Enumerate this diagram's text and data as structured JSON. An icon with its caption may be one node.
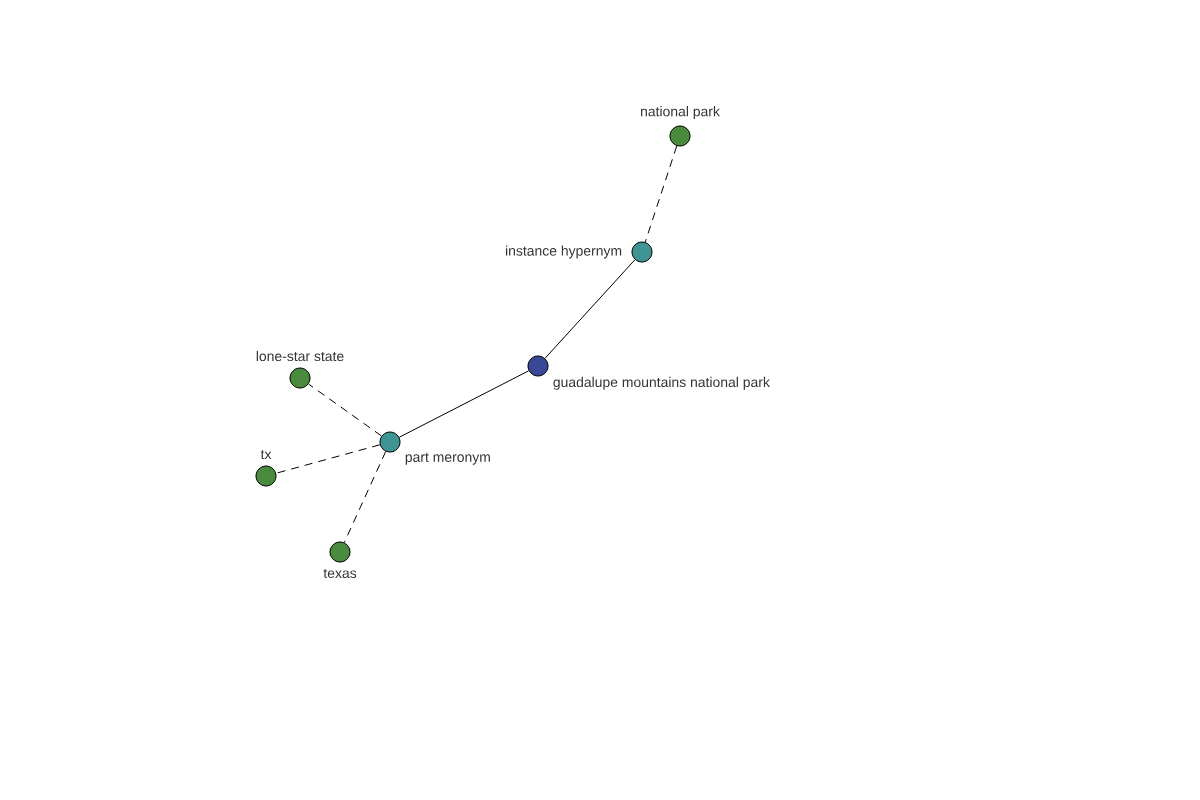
{
  "diagram": {
    "nodes": [
      {
        "text": [
          "national park"
        ]
      },
      {
        "text": [
          "instance hypernym"
        ]
      },
      {
        "text": [
          "guadalupe mountains national park"
        ]
      },
      {
        "text": [
          "lone-star state"
        ]
      },
      {
        "text": [
          "part meronym"
        ]
      },
      {
        "text": [
          "tx"
        ]
      },
      {
        "text": [
          "texas"
        ]
      }
    ],
    "edges": [
      {
        "from": 0,
        "to": 1,
        "arrow": "none",
        "style": "dashed"
      },
      {
        "from": 1,
        "to": 2,
        "arrow": "none"
      },
      {
        "from": 2,
        "to": 4,
        "arrow": "none"
      },
      {
        "from": 4,
        "to": 3,
        "arrow": "none",
        "style": "dashed"
      },
      {
        "from": 4,
        "to": 5,
        "arrow": "none",
        "style": "dashed"
      },
      {
        "from": 4,
        "to": 6,
        "arrow": "none",
        "style": "dashed"
      }
    ]
  }
}
